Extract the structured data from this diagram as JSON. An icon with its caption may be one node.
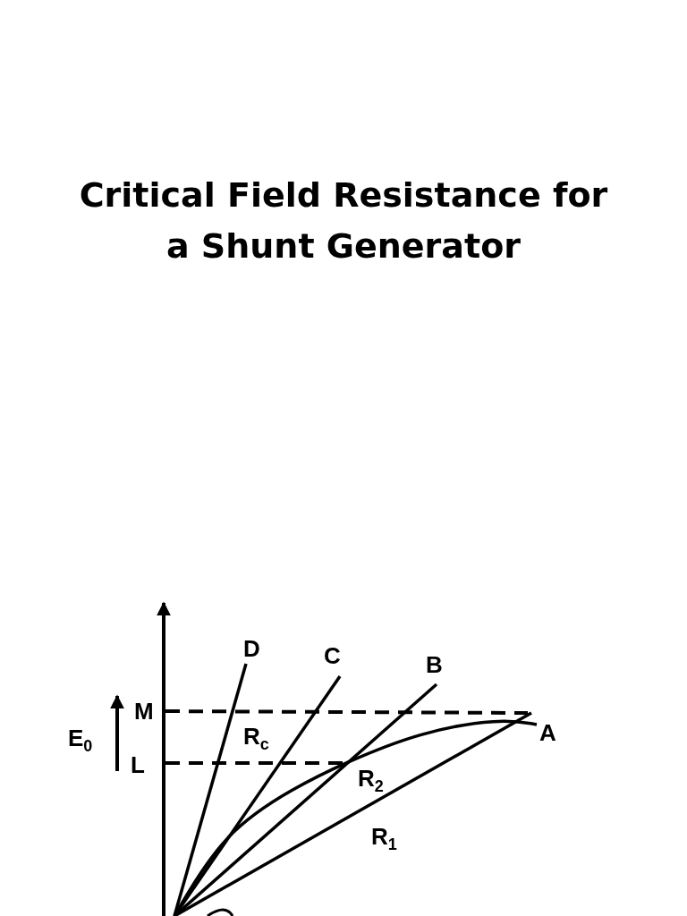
{
  "diagram": {
    "title": "Critical Field Resistance for a Shunt Generator",
    "labels": [
      "D",
      "C",
      "B",
      "M",
      "A",
      "E$_{0}$",
      "R$_{c}$",
      "L",
      "R$_{2}$",
      "R$_{1}$"
    ]
  }
}
